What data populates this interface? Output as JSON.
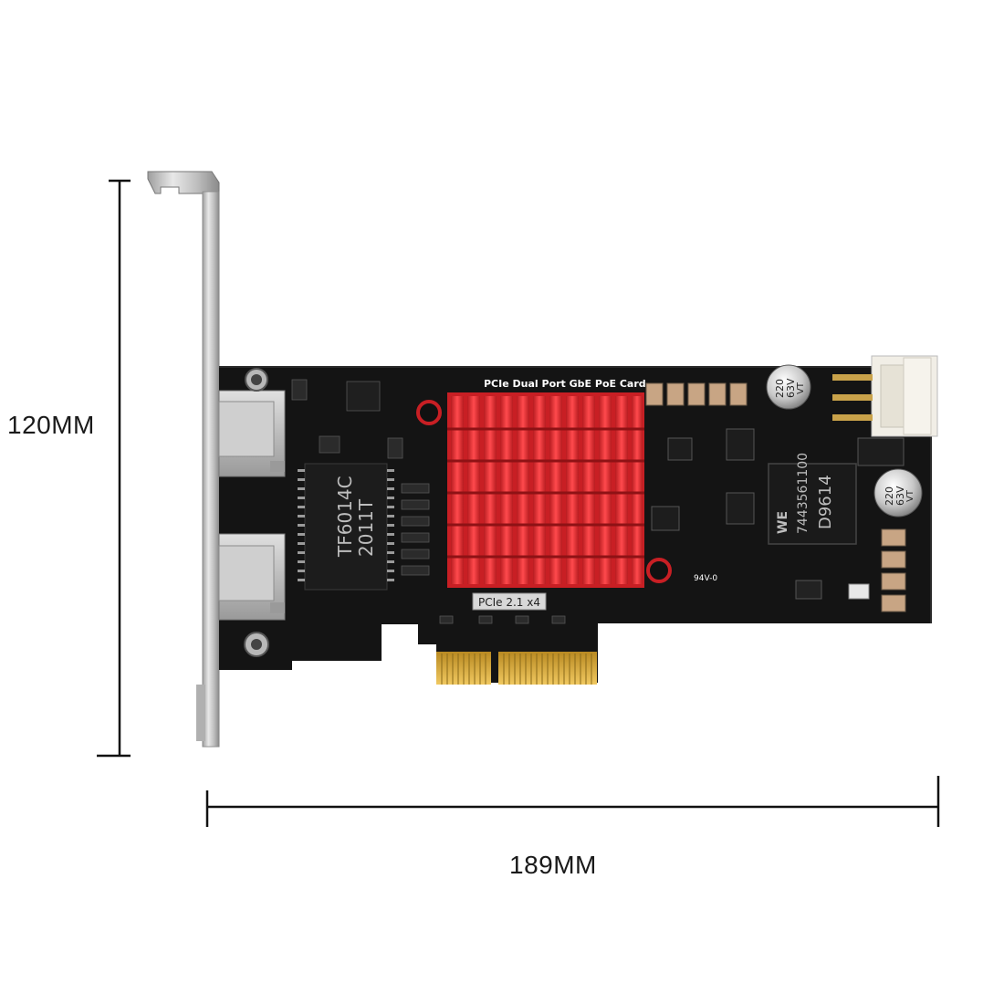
{
  "dimensions": {
    "height_label": "120MM",
    "width_label": "189MM"
  },
  "board": {
    "title": "PCIe Dual Port GbE PoE Card",
    "pcie_label": "PCIe 2.1 x4",
    "chip_marking_1": "TF6014C",
    "chip_marking_2": "2011T",
    "transformer_brand": "WE",
    "transformer_part": "7443561100",
    "transformer_code": "D9614",
    "cap_top_value_1": "220",
    "cap_top_value_2": "63V",
    "cap_top_value_3": "VT",
    "cap_bottom_value_1": "220",
    "cap_bottom_value_2": "63V",
    "cap_bottom_value_3": "VT",
    "rating_text": "94V-0"
  },
  "colors": {
    "pcb": "#141414",
    "heatsink": "#d8262b",
    "bracket": "#c9c9c9",
    "gold_fingers": "#d9a93a",
    "dimension_line": "#111111"
  }
}
